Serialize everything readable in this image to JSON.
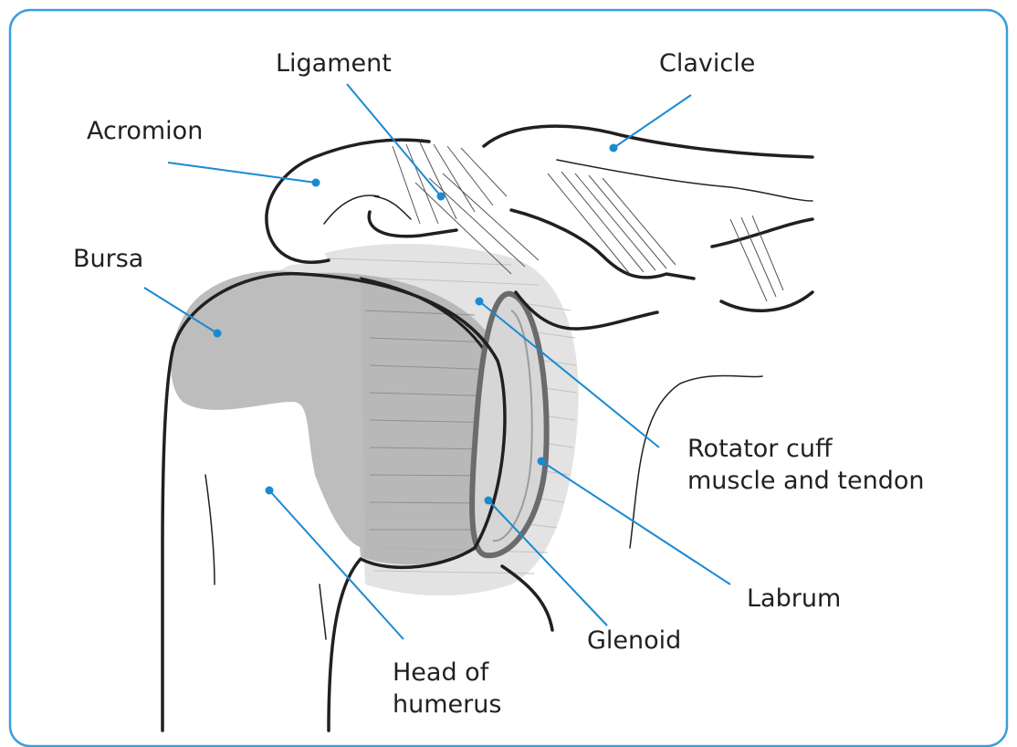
{
  "colors": {
    "frame": "#3b9fd8",
    "leader": "#1a8ad0",
    "outline": "#231f20",
    "bursa": "#bdbdbd",
    "cuff": "#d9d9d9"
  },
  "labels": {
    "ligament": "Ligament",
    "clavicle": "Clavicle",
    "acromion": "Acromion",
    "bursa": "Bursa",
    "rotator_cuff_line1": "Rotator cuff",
    "rotator_cuff_line2": "muscle and tendon",
    "labrum": "Labrum",
    "glenoid": "Glenoid",
    "head_of_humerus_line1": "Head of",
    "head_of_humerus_line2": "humerus"
  }
}
